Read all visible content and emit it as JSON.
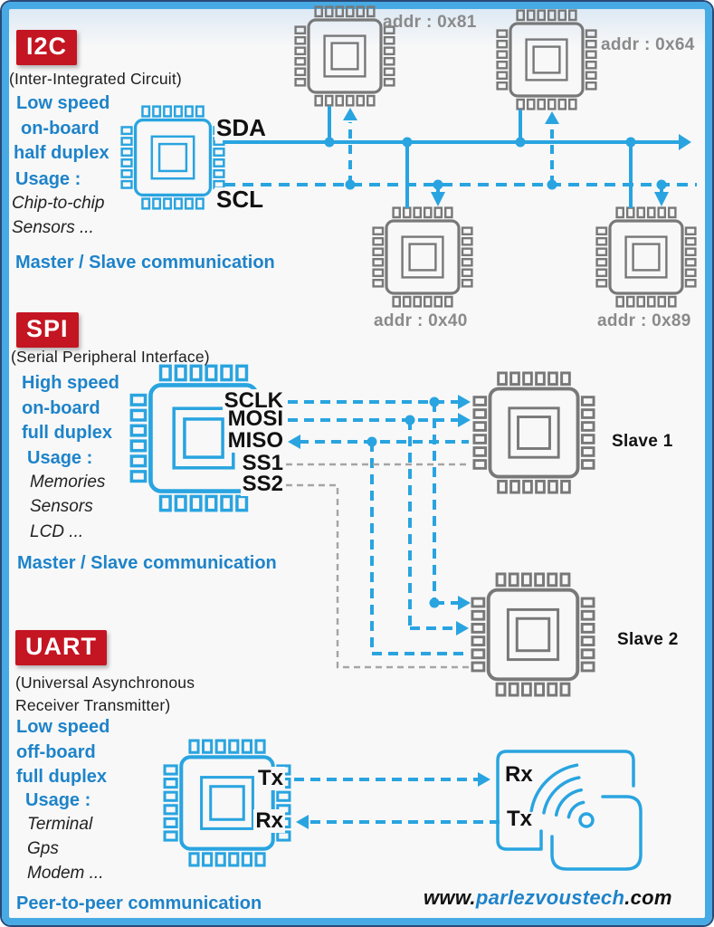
{
  "palette": {
    "wire_blue": "#29a4e0",
    "text_blue": "#1e83c9",
    "badge_red": "#c41522",
    "chip_gray": "#787878",
    "addr_gray": "#8a8a8a"
  },
  "i2c": {
    "badge": "I2C",
    "full_name": "(Inter-Integrated Circuit)",
    "traits": [
      "Low speed",
      "on-board",
      "half duplex"
    ],
    "usage_label": "Usage :",
    "usage_items": [
      "Chip-to-chip",
      "Sensors ..."
    ],
    "communication": "Master / Slave communication",
    "signals": {
      "sda": "SDA",
      "scl": "SCL"
    },
    "slave_addresses": [
      "addr : 0x81",
      "addr : 0x64",
      "addr : 0x40",
      "addr : 0x89"
    ]
  },
  "spi": {
    "badge": "SPI",
    "full_name": "(Serial Peripheral Interface)",
    "traits": [
      "High speed",
      "on-board",
      "full duplex"
    ],
    "usage_label": "Usage :",
    "usage_items": [
      "Memories",
      "Sensors",
      "LCD ..."
    ],
    "communication": "Master / Slave communication",
    "signals": [
      "SCLK",
      "MOSI",
      "MISO",
      "SS1",
      "SS2"
    ],
    "slaves": [
      "Slave 1",
      "Slave 2"
    ]
  },
  "uart": {
    "badge": "UART",
    "full_name_line1": "(Universal Asynchronous",
    "full_name_line2": "Receiver Transmitter)",
    "traits": [
      "Low speed",
      "off-board",
      "full duplex"
    ],
    "usage_label": "Usage :",
    "usage_items": [
      "Terminal",
      "Gps",
      "Modem ..."
    ],
    "communication": "Peer-to-peer communication",
    "master": {
      "tx": "Tx",
      "rx": "Rx"
    },
    "module": {
      "rx": "Rx",
      "tx": "Tx"
    }
  },
  "footer": {
    "www": "www.",
    "brand": "parlezvoustech",
    "com": ".com"
  }
}
